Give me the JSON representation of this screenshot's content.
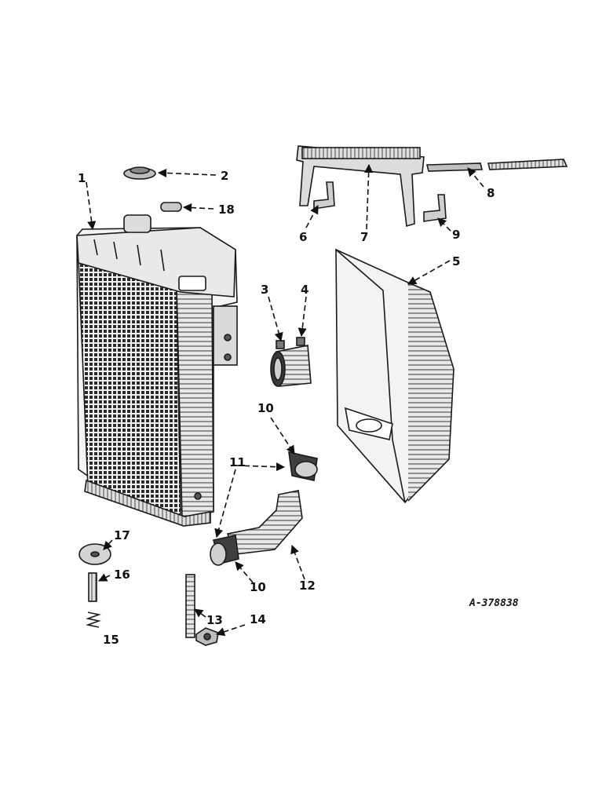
{
  "drawing_number": "A-378838",
  "callouts": {
    "c1": "1",
    "c2": "2",
    "c3": "3",
    "c4": "4",
    "c5": "5",
    "c6": "6",
    "c7": "7",
    "c8": "8",
    "c9": "9",
    "c10a": "10",
    "c10b": "10",
    "c11": "11",
    "c12": "12",
    "c13": "13",
    "c14": "14",
    "c15": "15",
    "c16": "16",
    "c17": "17",
    "c18": "18"
  }
}
